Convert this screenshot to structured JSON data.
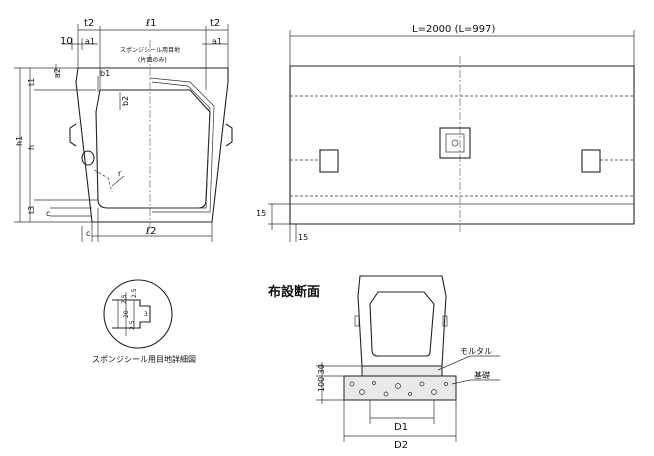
{
  "front_view": {
    "dim_t2_left": "t2",
    "dim_l1": "ℓ1",
    "dim_t2_right": "t2",
    "dim_10": "10",
    "dim_a1_left": "a1",
    "dim_a1_right": "a1",
    "note_seal": "スポンジシール用目地",
    "note_one_side": "(片面のみ)",
    "dim_a2": "a2",
    "dim_b1": "b1",
    "dim_t1": "t1",
    "dim_b2": "b2",
    "dim_h1": "h1",
    "dim_h": "h",
    "dim_r": "r",
    "dim_t3": "t3",
    "dim_c_vertical": "c",
    "dim_c_bottom": "c",
    "dim_l2": "ℓ2"
  },
  "side_view": {
    "length_label": "L=2000 (L=997)",
    "dim_15_left": "15",
    "dim_15_bottom": "15"
  },
  "detail": {
    "dim_25": "2.5",
    "dim_20": "20",
    "dim_2_5_top": "2.5",
    "dim_2_5_bottom": "2.5",
    "dim_3": "3",
    "caption": "スポンジシール用目地詳細図"
  },
  "section": {
    "title": "布設断面",
    "mortar": "モルタル",
    "foundation": "基礎",
    "dim_heights": "100 30",
    "dim_d1": "D1",
    "dim_d2": "D2"
  }
}
